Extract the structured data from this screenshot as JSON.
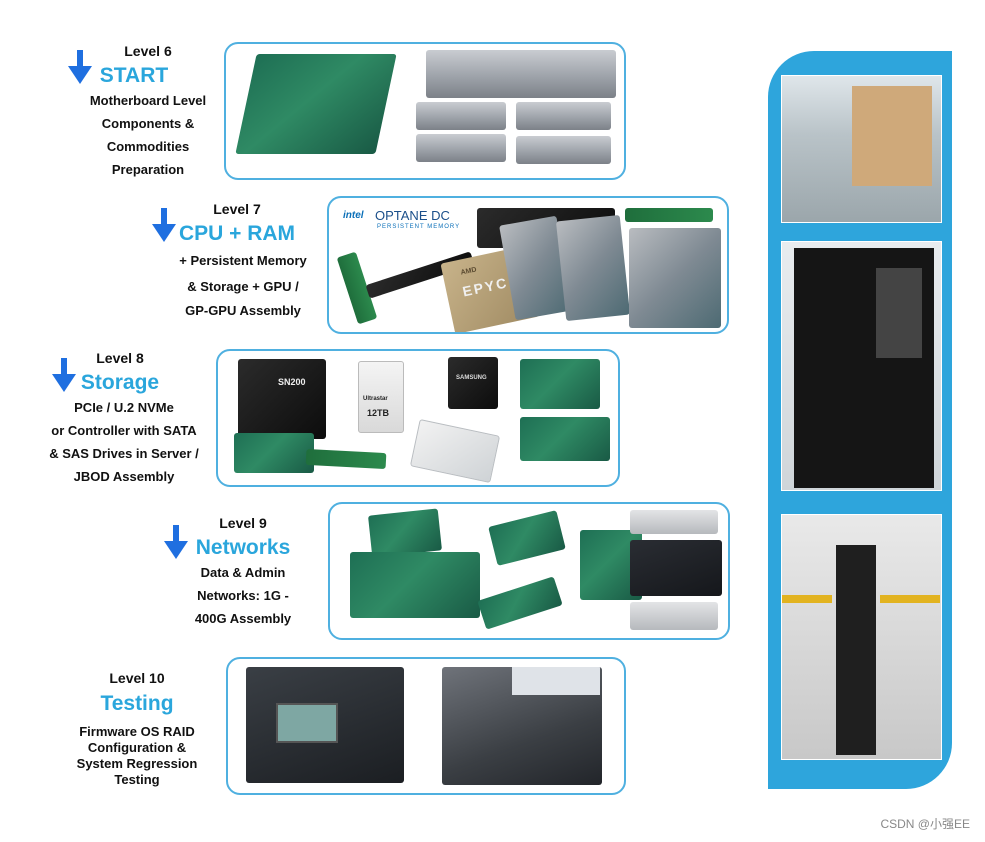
{
  "levels": [
    {
      "num": "Level 6",
      "title": "START",
      "lines": [
        "Motherboard Level",
        "Components &",
        "Commodities",
        "Preparation"
      ]
    },
    {
      "num": "Level 7",
      "title": "CPU + RAM",
      "lines": [
        "+ Persistent Memory",
        "& Storage + GPU /",
        "GP-GPU Assembly"
      ]
    },
    {
      "num": "Level 8",
      "title": "Storage",
      "lines": [
        "PCIe / U.2 NVMe",
        "or Controller with SATA",
        "& SAS Drives in Server /",
        "JBOD Assembly"
      ]
    },
    {
      "num": "Level 9",
      "title": "Networks",
      "lines": [
        "Data & Admin",
        "Networks: 1G -",
        "400G Assembly"
      ]
    },
    {
      "num": "Level 10",
      "title": "Testing",
      "lines": [
        "Firmware OS  RAID",
        "Configuration &",
        "System Regression",
        "Testing"
      ]
    }
  ],
  "product_text": {
    "intel": "intel",
    "optane": "OPTANE DC",
    "optane_sub": "PERSISTENT MEMORY",
    "epyc": "EPYC",
    "amd": "AMD",
    "sn200": "SN200",
    "ultrastar": "Ultrastar",
    "hdd_capacity": "12TB",
    "samsung": "SAMSUNG"
  },
  "watermark": "CSDN @小强EE",
  "colors": {
    "accent": "#2aa6dc",
    "panel_border": "#4fb0e0",
    "side_bar": "#2ea5dc",
    "arrow": "#1f6fe0"
  }
}
